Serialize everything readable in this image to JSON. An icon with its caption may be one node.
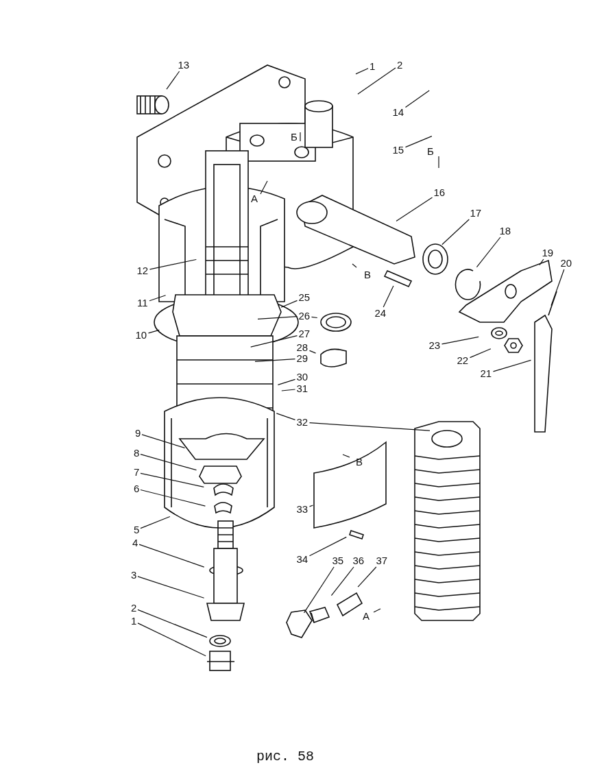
{
  "diagram": {
    "caption": "рис. 58",
    "nodes": [
      {
        "text": [
          "13"
        ]
      },
      {
        "text": [
          "1"
        ]
      },
      {
        "text": [
          "2"
        ]
      },
      {
        "text": [
          "14"
        ]
      },
      {
        "text": [
          "15"
        ]
      },
      {
        "text": [
          "16"
        ]
      },
      {
        "text": [
          "17"
        ]
      },
      {
        "text": [
          "18"
        ]
      },
      {
        "text": [
          "19"
        ]
      },
      {
        "text": [
          "20"
        ]
      },
      {
        "text": [
          "12"
        ]
      },
      {
        "text": [
          "24"
        ]
      },
      {
        "text": [
          "11"
        ]
      },
      {
        "text": [
          "25"
        ]
      },
      {
        "text": [
          "26"
        ]
      },
      {
        "text": [
          "10"
        ]
      },
      {
        "text": [
          "27"
        ]
      },
      {
        "text": [
          "23"
        ]
      },
      {
        "text": [
          "28"
        ]
      },
      {
        "text": [
          "22"
        ]
      },
      {
        "text": [
          "29"
        ]
      },
      {
        "text": [
          "21"
        ]
      },
      {
        "text": [
          "30"
        ]
      },
      {
        "text": [
          "31"
        ]
      },
      {
        "text": [
          "32"
        ]
      },
      {
        "text": [
          "9"
        ]
      },
      {
        "text": [
          "8"
        ]
      },
      {
        "text": [
          "7"
        ]
      },
      {
        "text": [
          "6"
        ]
      },
      {
        "text": [
          "33"
        ]
      },
      {
        "text": [
          "5"
        ]
      },
      {
        "text": [
          "4"
        ]
      },
      {
        "text": [
          "34"
        ]
      },
      {
        "text": [
          "35"
        ]
      },
      {
        "text": [
          "36"
        ]
      },
      {
        "text": [
          "37"
        ]
      },
      {
        "text": [
          "3"
        ]
      },
      {
        "text": [
          "2"
        ]
      },
      {
        "text": [
          "1"
        ]
      }
    ],
    "edges": [
      {
        "from": 0,
        "to": null,
        "arrow": "none"
      },
      {
        "from": 1,
        "to": null,
        "arrow": "none"
      },
      {
        "from": 2,
        "to": null,
        "arrow": "none"
      },
      {
        "from": 3,
        "to": null,
        "arrow": "none"
      },
      {
        "from": 4,
        "to": null,
        "arrow": "none"
      },
      {
        "from": 5,
        "to": null,
        "arrow": "none"
      },
      {
        "from": 6,
        "to": null,
        "arrow": "none"
      },
      {
        "from": 7,
        "to": null,
        "arrow": "none"
      },
      {
        "from": 8,
        "to": null,
        "arrow": "none"
      },
      {
        "from": 9,
        "to": null,
        "arrow": "none"
      },
      {
        "from": 10,
        "to": null,
        "arrow": "none"
      },
      {
        "from": 11,
        "to": null,
        "arrow": "none"
      },
      {
        "from": 12,
        "to": null,
        "arrow": "none"
      },
      {
        "from": 13,
        "to": null,
        "arrow": "none"
      },
      {
        "from": 14,
        "to": null,
        "arrow": "none"
      },
      {
        "from": 14,
        "to": null,
        "arrow": "none"
      },
      {
        "from": 15,
        "to": null,
        "arrow": "none"
      },
      {
        "from": 16,
        "to": null,
        "arrow": "none"
      },
      {
        "from": 17,
        "to": null,
        "arrow": "none"
      },
      {
        "from": 18,
        "to": null,
        "arrow": "none"
      },
      {
        "from": 19,
        "to": null,
        "arrow": "none"
      },
      {
        "from": 20,
        "to": null,
        "arrow": "none"
      },
      {
        "from": 21,
        "to": null,
        "arrow": "none"
      },
      {
        "from": 22,
        "to": null,
        "arrow": "none"
      },
      {
        "from": 23,
        "to": null,
        "arrow": "none"
      },
      {
        "from": 24,
        "to": null,
        "arrow": "none"
      },
      {
        "from": 24,
        "to": null,
        "arrow": "none"
      },
      {
        "from": 25,
        "to": null,
        "arrow": "none"
      },
      {
        "from": 26,
        "to": null,
        "arrow": "none"
      },
      {
        "from": 27,
        "to": null,
        "arrow": "none"
      },
      {
        "from": 28,
        "to": null,
        "arrow": "none"
      },
      {
        "from": 29,
        "to": null,
        "arrow": "none"
      },
      {
        "from": 30,
        "to": null,
        "arrow": "none"
      },
      {
        "from": 31,
        "to": null,
        "arrow": "none"
      },
      {
        "from": 32,
        "to": null,
        "arrow": "none"
      },
      {
        "from": 33,
        "to": null,
        "arrow": "none"
      },
      {
        "from": 34,
        "to": null,
        "arrow": "none"
      },
      {
        "from": 35,
        "to": null,
        "arrow": "none"
      },
      {
        "from": 36,
        "to": null,
        "arrow": "none"
      },
      {
        "from": 37,
        "to": null,
        "arrow": "none"
      },
      {
        "from": 38,
        "to": null,
        "arrow": "none"
      }
    ],
    "labels": [
      "Б",
      "Б",
      "А",
      "В",
      "В",
      "А"
    ]
  }
}
